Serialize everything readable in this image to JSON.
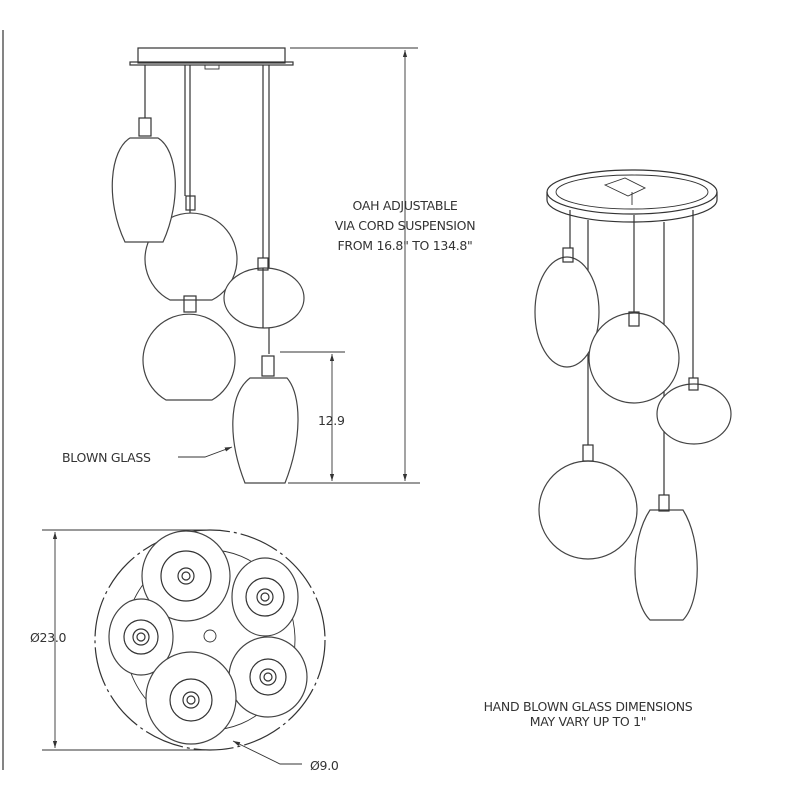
{
  "labels": {
    "oah_line1": "OAH ADJUSTABLE",
    "oah_line2": "VIA CORD SUSPENSION",
    "oah_line3": "FROM 16.8\" TO 134.8\"",
    "pendant_height": "12.9",
    "material_callout": "BLOWN GLASS",
    "canopy_diameter": "Ø23.0",
    "pendant_diameter": "Ø9.0",
    "note_line1": "HAND BLOWN GLASS DIMENSIONS",
    "note_line2": "MAY VARY UP TO 1\""
  }
}
